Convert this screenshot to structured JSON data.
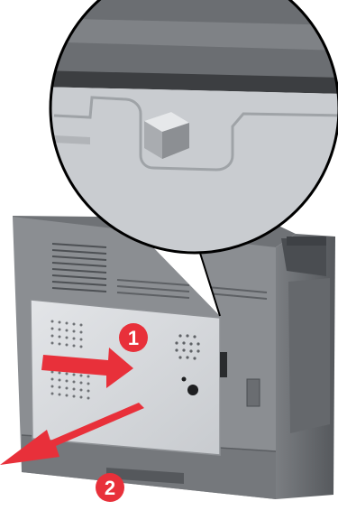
{
  "illustration": {
    "subject": "printer-rear-controller-board-shield-removal",
    "colors": {
      "printer_dark": "#5c5f63",
      "printer_mid": "#8a8d91",
      "printer_light": "#b3b6b9",
      "shield": "#d3d6d9",
      "callout_bg": "#c9cdd1",
      "arrow": "#e8303a",
      "outline": "#000000"
    }
  },
  "steps": [
    {
      "number": "1",
      "action": "slide-shield-right"
    },
    {
      "number": "2",
      "action": "pull-shield-out"
    }
  ]
}
